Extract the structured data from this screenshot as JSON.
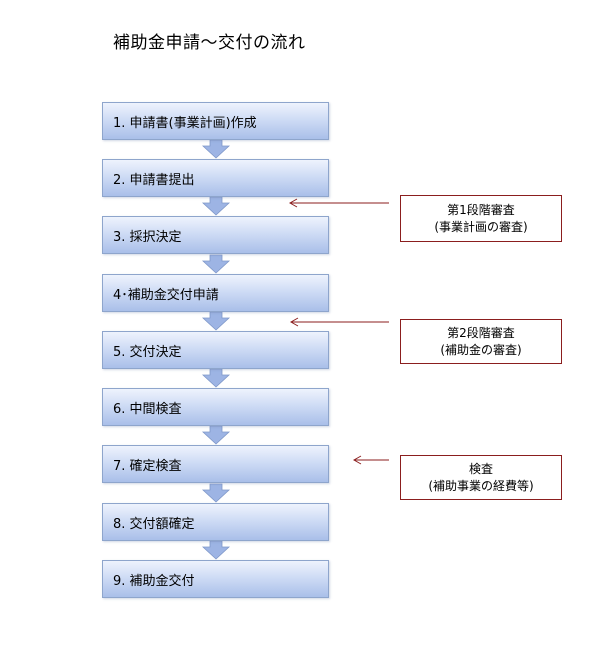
{
  "title": "補助金申請〜交付の流れ",
  "steps": [
    "1. 申請書(事業計画)作成",
    "2. 申請書提出",
    "3. 採択決定",
    "4･補助金交付申請",
    "5. 交付決定",
    "6. 中間検査",
    "7. 確定検査",
    "8. 交付額確定",
    "9. 補助金交付"
  ],
  "reviews": [
    {
      "line1": "第1段階審査",
      "line2": "(事業計画の審査)"
    },
    {
      "line1": "第2段階審査",
      "line2": "(補助金の審査)"
    },
    {
      "line1": "検査",
      "line2": "(補助事業の経費等)"
    }
  ],
  "colors": {
    "step_border": "#8ea5cc",
    "step_fill_top": "#eef3fd",
    "step_fill_bottom": "#a9bfe9",
    "connector_arrow": "#9db4e4",
    "review_border": "#8b1e1e",
    "review_arrow": "#8b1e1e"
  }
}
